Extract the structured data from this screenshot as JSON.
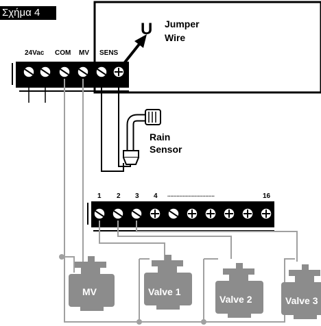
{
  "figure_label": "Σχήμα 4",
  "jumper_wire": {
    "line1": "Jumper",
    "line2": "Wire",
    "symbol": "U"
  },
  "terminals": {
    "t1": "24Vac",
    "t2": "COM",
    "t3": "MV",
    "t4": "SENS"
  },
  "rain_sensor": {
    "line1": "Rain",
    "line2": "Sensor"
  },
  "stations": {
    "n1": "1",
    "n2": "2",
    "n3": "3",
    "n4": "4",
    "dots": "...............................",
    "n16": "16"
  },
  "valves": {
    "mv": "MV",
    "v1": "Valve 1",
    "v2": "Valve 2",
    "v3": "Valve 3"
  },
  "colors": {
    "wire": "#a0a0a0",
    "valve": "#8c8c8c",
    "ink": "#000000",
    "terminal": "#ffffff"
  },
  "icons": [
    "screw-terminal-icon",
    "arrow-icon",
    "rain-sensor-icon",
    "valve-icon"
  ]
}
